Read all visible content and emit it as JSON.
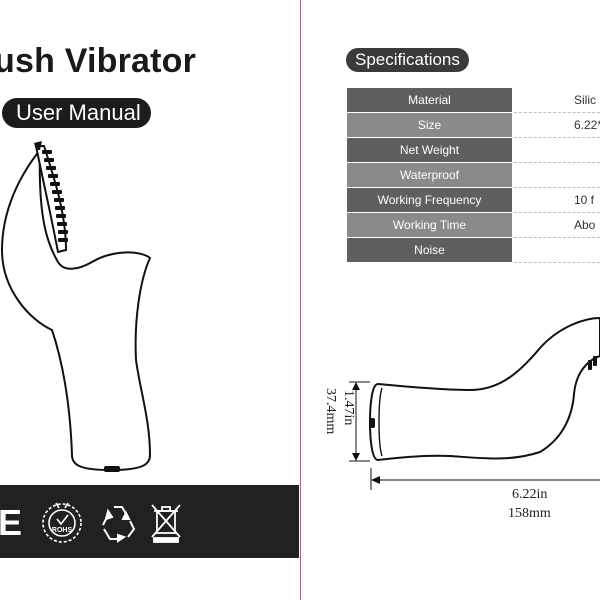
{
  "left_page": {
    "title": "ush Vibrator",
    "subtitle": "User Manual",
    "certifications": {
      "ce_mark": "E",
      "rohs_label": "ROHS",
      "icons": [
        "ce-mark-icon",
        "rohs-seal-icon",
        "recycle-icon",
        "weee-bin-icon"
      ]
    }
  },
  "right_page": {
    "section_title": "Specifications",
    "specs": [
      {
        "label": "Material",
        "value": "Silic"
      },
      {
        "label": "Size",
        "value": "6.22*"
      },
      {
        "label": "Net Weight",
        "value": ""
      },
      {
        "label": "Waterproof",
        "value": ""
      },
      {
        "label": "Working Frequency",
        "value": "10 f"
      },
      {
        "label": "Working Time",
        "value": "Abo"
      },
      {
        "label": "Noise",
        "value": ""
      }
    ],
    "dimensions": {
      "height_in": "1.47in",
      "height_mm": "37.4mm",
      "length_in": "6.22in",
      "length_mm": "158mm"
    }
  },
  "colors": {
    "divider": "#e04c6c",
    "dark": "#1c1c1c",
    "table_dark": "#5f5f5f",
    "table_light": "#8a8a8a"
  }
}
